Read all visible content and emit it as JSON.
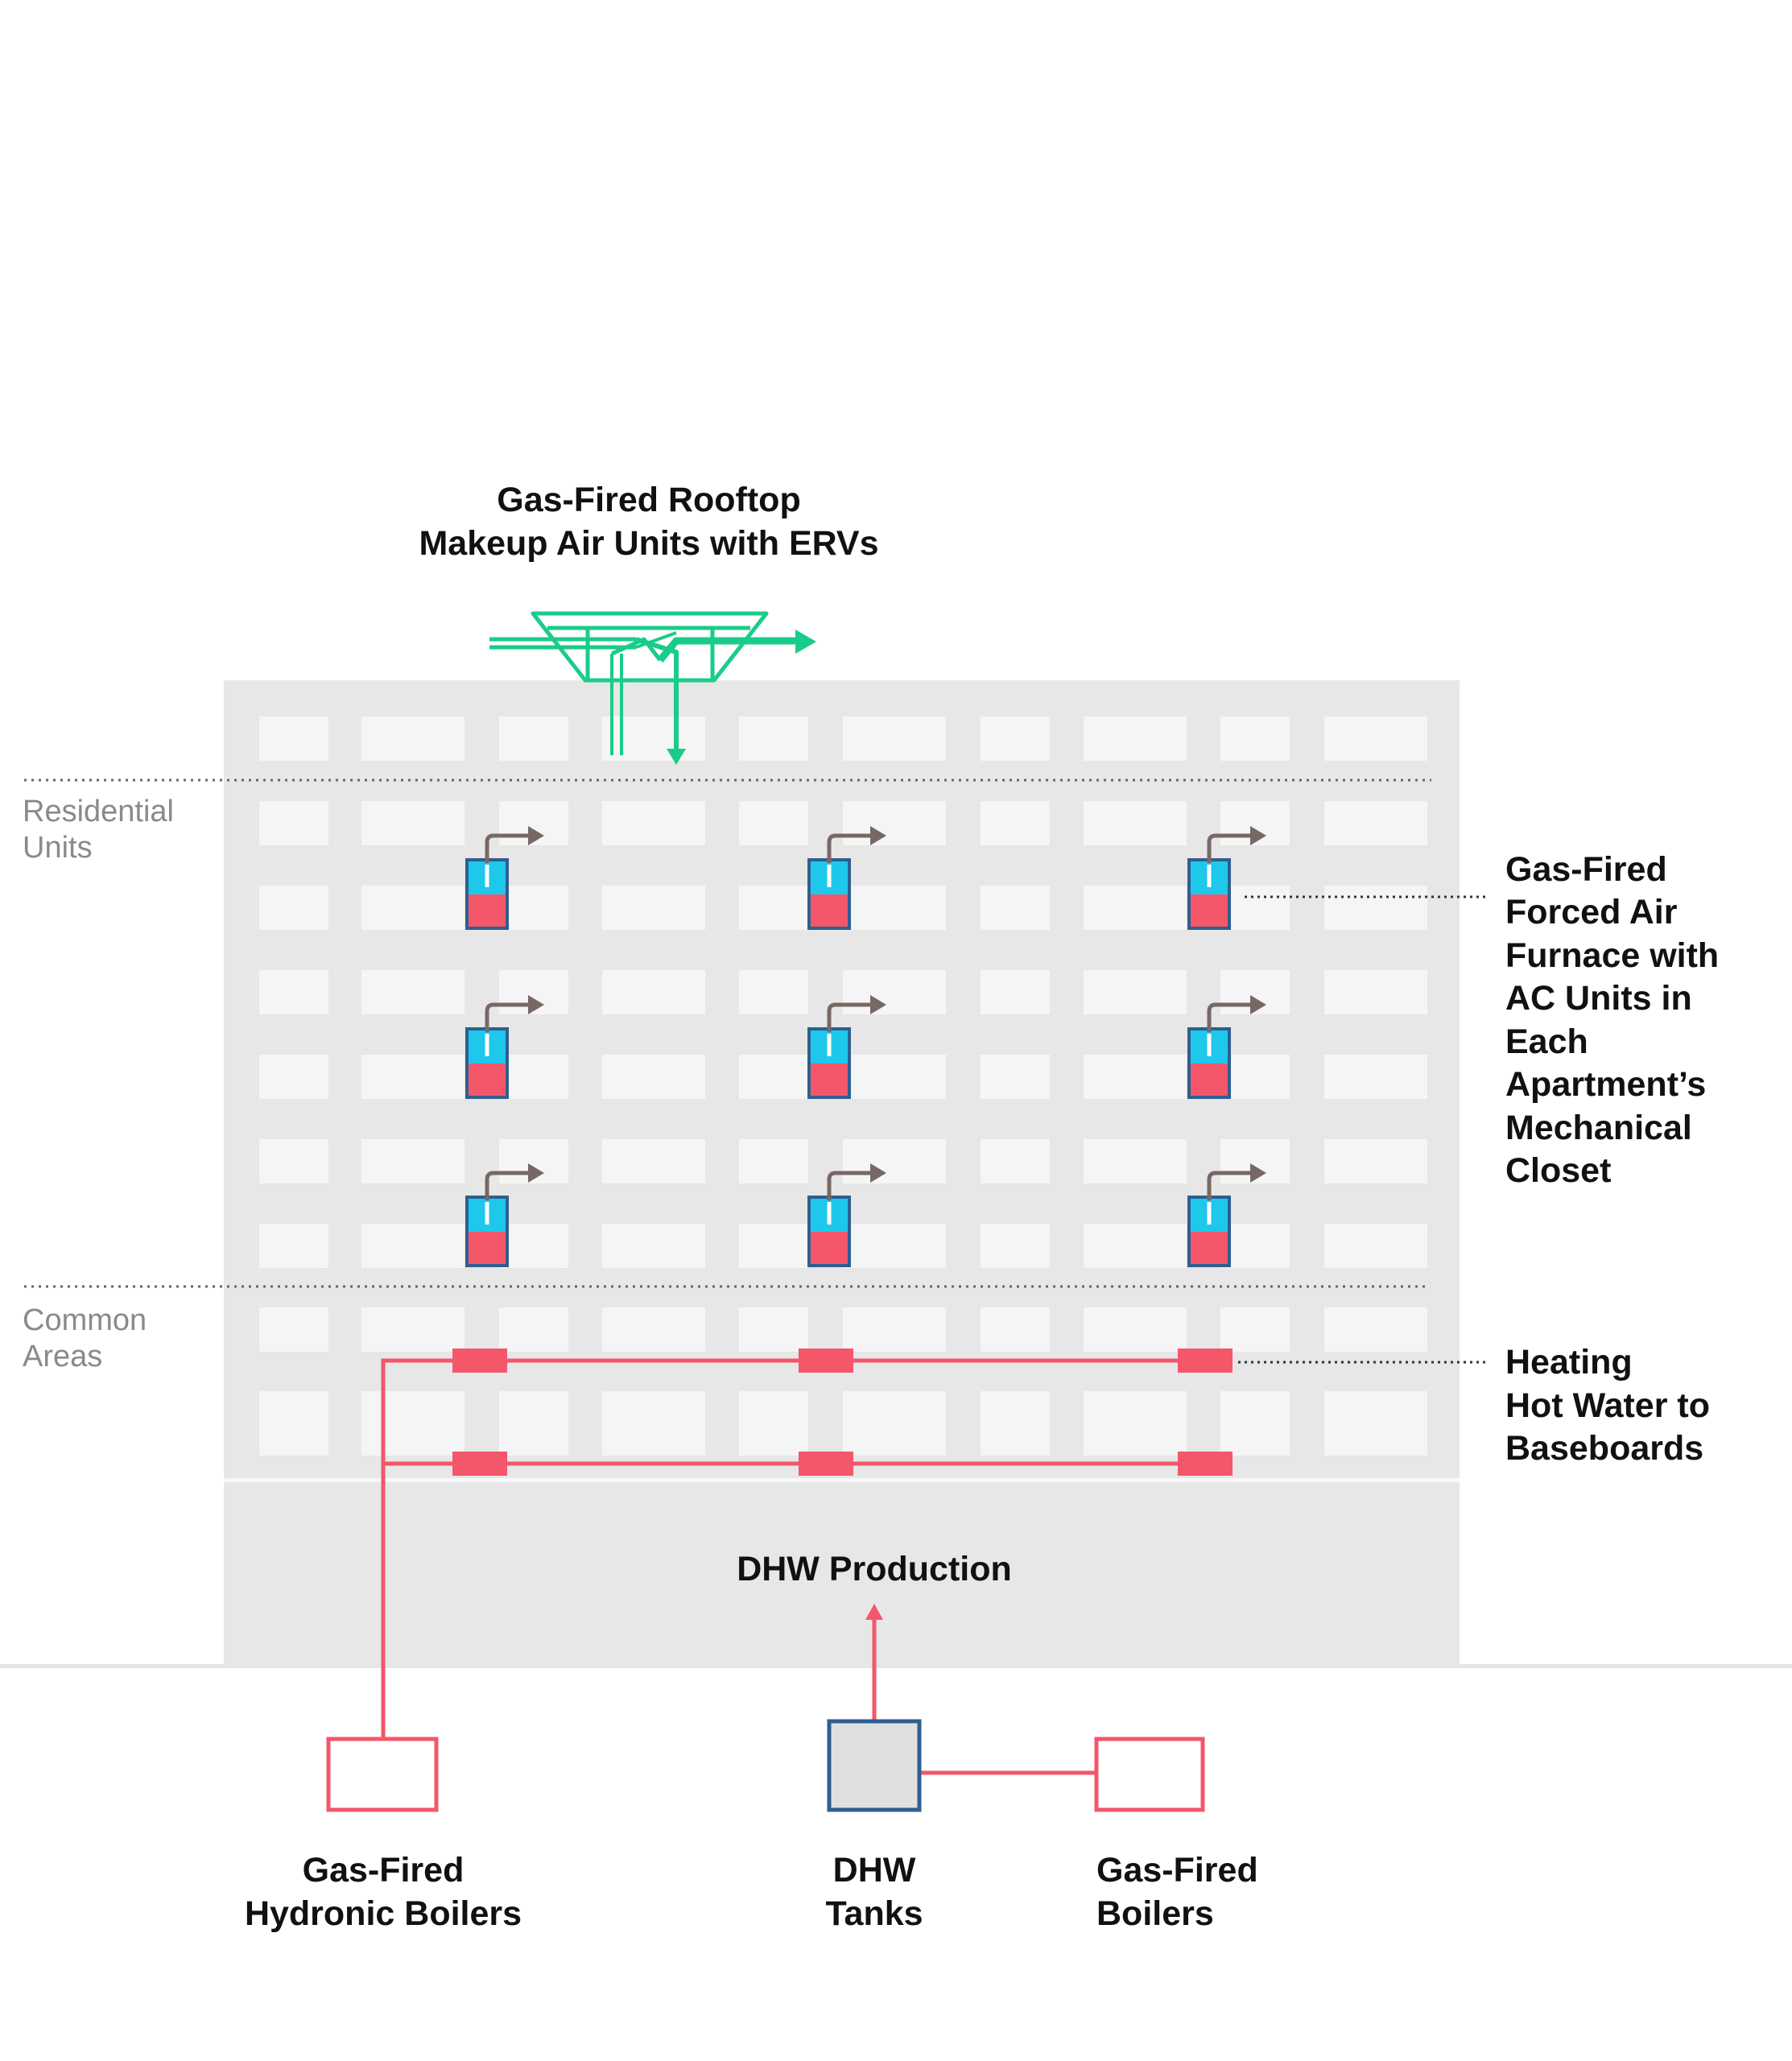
{
  "labels": {
    "rooftop_line1": "Gas-Fired Rooftop",
    "rooftop_line2": "Makeup Air Units with ERVs",
    "residential_line1": "Residential",
    "residential_line2": "Units",
    "common_line1": "Common",
    "common_line2": "Areas",
    "furnace_lines": [
      "Gas-Fired",
      "Forced Air",
      "Furnace with",
      "AC Units in",
      "Each",
      "Apartment’s",
      "Mechanical",
      "Closet"
    ],
    "heating_lines": [
      "Heating",
      "Hot Water to",
      "Baseboards"
    ],
    "dhw_production": "DHW Production",
    "hydronic_line1": "Gas-Fired",
    "hydronic_line2": "Hydronic Boilers",
    "dhw_tanks_line1": "DHW",
    "dhw_tanks_line2": "Tanks",
    "boilers_line1": "Gas-Fired",
    "boilers_line2": "Boilers"
  },
  "colors": {
    "building": "#e7e7e7",
    "window": "#f5f5f5",
    "erv_green": "#19cc8a",
    "hot_red": "#f4566a",
    "cool_blue": "#1ec8ea",
    "outline_blue": "#2e5f8f",
    "arrow_brown": "#786865",
    "tank_fill": "#e0e0e0",
    "dotted": "#666666"
  }
}
